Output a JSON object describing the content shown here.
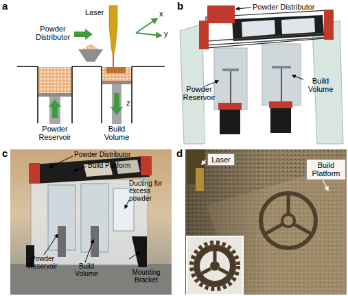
{
  "diagram": {
    "nodes": [
      {
        "text": [
          "Laser"
        ]
      },
      {
        "text": [
          "Build Platform"
        ]
      }
    ],
    "labels": [
      "a",
      "Laser",
      "x",
      "y",
      "Powder Distributor",
      "z",
      "Powder Reservoir",
      "Build Volume",
      "b",
      "Powder Distributor",
      "Powder Reservoir",
      "Build Volume",
      "c",
      "Powder Distributor",
      "Build Platform",
      "Ducting for excess powder",
      "Powder Reservoir",
      "Build Volume",
      "Mounting Bracket",
      "d"
    ]
  }
}
